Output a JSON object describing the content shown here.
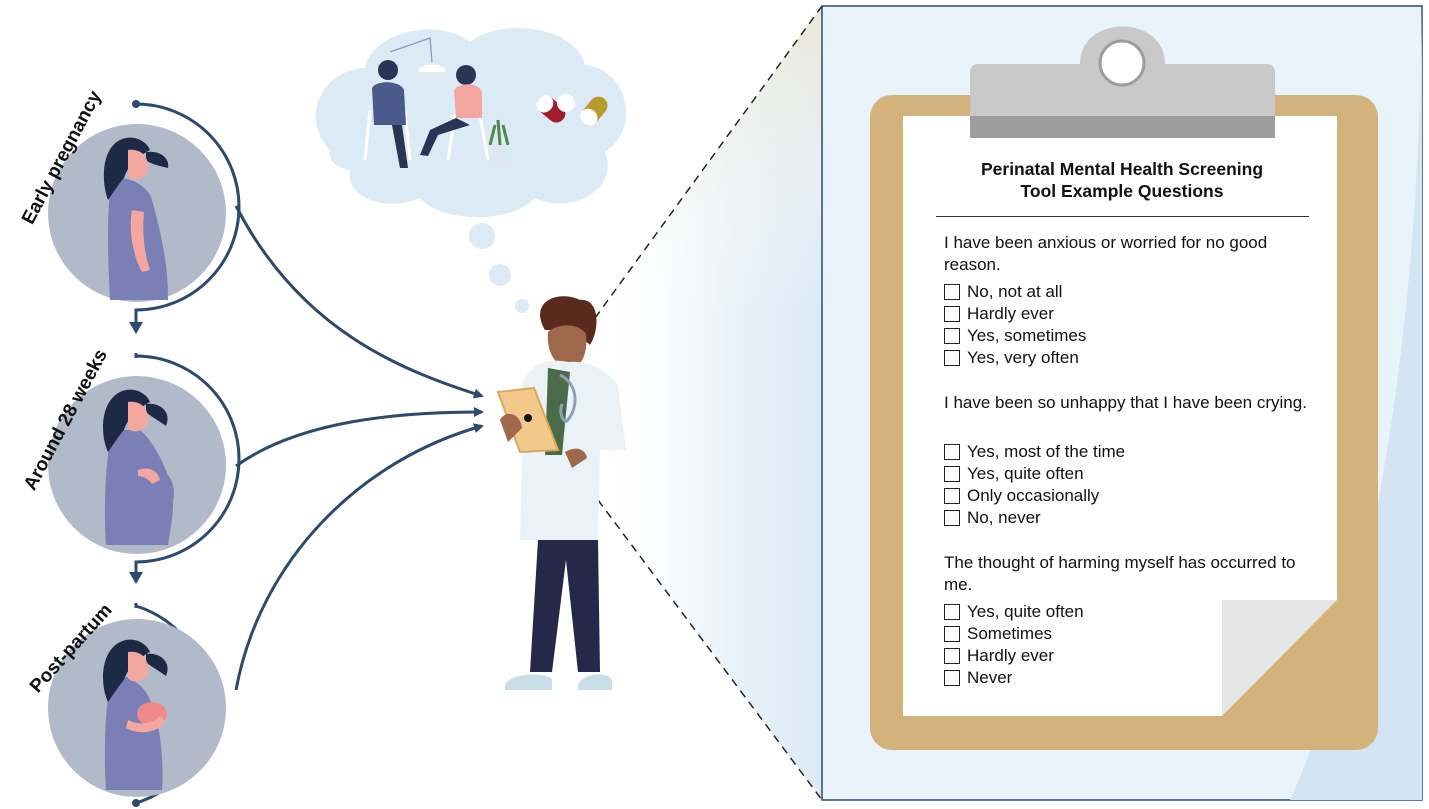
{
  "stages": [
    {
      "label": "Early pregnancy"
    },
    {
      "label": "Around 28 weeks"
    },
    {
      "label": "Post-partum"
    }
  ],
  "clipboard": {
    "title_line1": "Perinatal Mental Health Screening",
    "title_line2": "Tool Example Questions",
    "questions": [
      {
        "text": "I have been anxious or worried for no good reason.",
        "options": [
          "No, not at all",
          "Hardly ever",
          "Yes, sometimes",
          "Yes, very often"
        ]
      },
      {
        "text": "I have been so unhappy that I have been crying.",
        "options": [
          "Yes, most of the time",
          "Yes, quite often",
          "Only occasionally",
          "No, never"
        ]
      },
      {
        "text": "The thought of harming myself has occurred to me.",
        "options": [
          "Yes, quite often",
          "Sometimes",
          "Hardly ever",
          "Never"
        ]
      }
    ]
  },
  "colors": {
    "timeline": "#2c4a6e",
    "circle_bg": "#b0bac8",
    "dress": "#7a7fb5",
    "hair": "#1e2a45",
    "clipboard_board": "#d4b27c",
    "thought_cloud": "#dceaf5"
  }
}
